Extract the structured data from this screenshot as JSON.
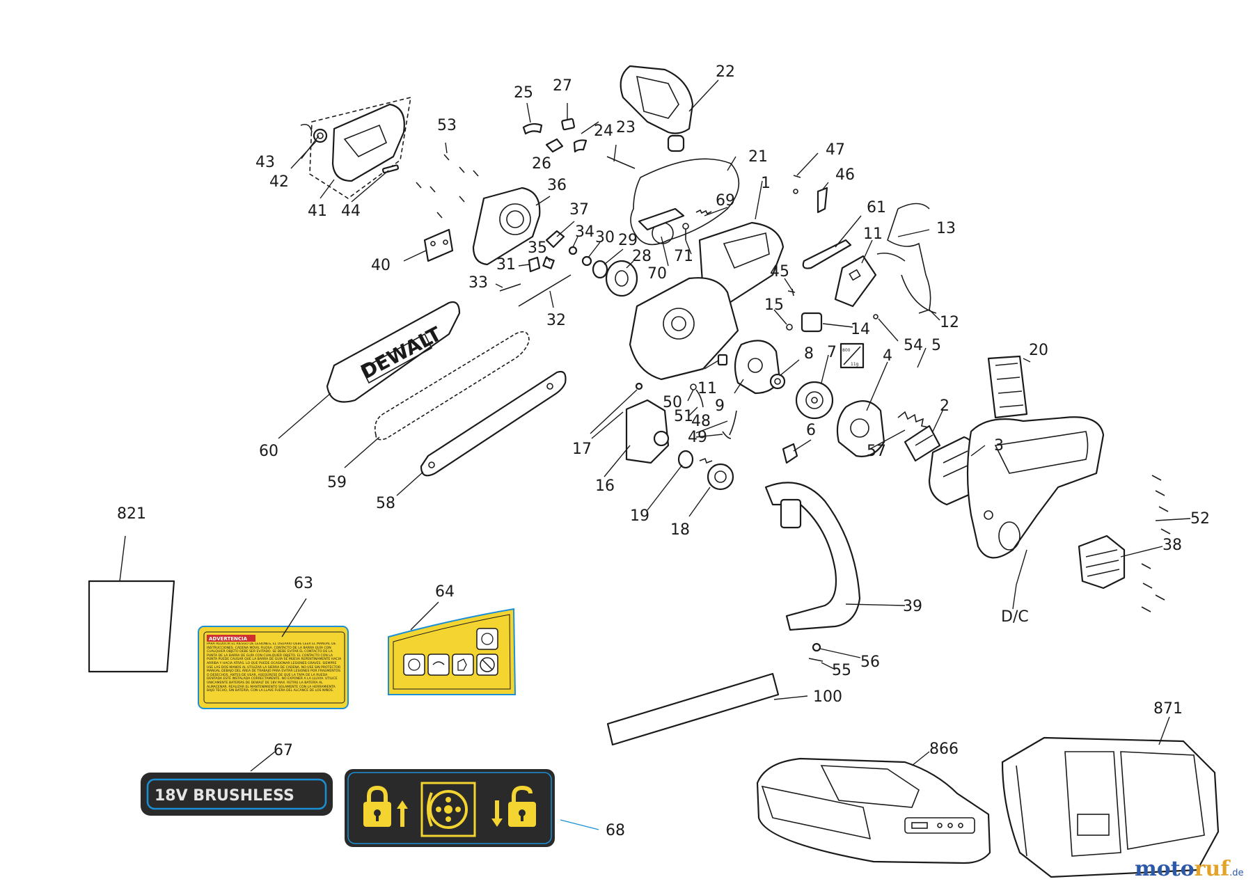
{
  "diagram": {
    "callouts": [
      {
        "id": "c1",
        "label": "1"
      },
      {
        "id": "c2",
        "label": "2"
      },
      {
        "id": "c3",
        "label": "3"
      },
      {
        "id": "c4",
        "label": "4"
      },
      {
        "id": "c5",
        "label": "5"
      },
      {
        "id": "c6",
        "label": "6"
      },
      {
        "id": "c7",
        "label": "7"
      },
      {
        "id": "c8",
        "label": "8"
      },
      {
        "id": "c9",
        "label": "9"
      },
      {
        "id": "c11",
        "label": "11"
      },
      {
        "id": "c12",
        "label": "12"
      },
      {
        "id": "c13",
        "label": "13"
      },
      {
        "id": "c14",
        "label": "14"
      },
      {
        "id": "c15",
        "label": "15"
      },
      {
        "id": "c16",
        "label": "16"
      },
      {
        "id": "c17",
        "label": "17"
      },
      {
        "id": "c18",
        "label": "18"
      },
      {
        "id": "c19",
        "label": "19"
      },
      {
        "id": "c20",
        "label": "20"
      },
      {
        "id": "c21",
        "label": "21"
      },
      {
        "id": "c22",
        "label": "22"
      },
      {
        "id": "c23",
        "label": "23"
      },
      {
        "id": "c24",
        "label": "24"
      },
      {
        "id": "c25",
        "label": "25"
      },
      {
        "id": "c26",
        "label": "26"
      },
      {
        "id": "c27",
        "label": "27"
      },
      {
        "id": "c28",
        "label": "28"
      },
      {
        "id": "c29",
        "label": "29"
      },
      {
        "id": "c30",
        "label": "30"
      },
      {
        "id": "c31",
        "label": "31"
      },
      {
        "id": "c32",
        "label": "32"
      },
      {
        "id": "c33",
        "label": "33"
      },
      {
        "id": "c34",
        "label": "34"
      },
      {
        "id": "c35",
        "label": "35"
      },
      {
        "id": "c36",
        "label": "36"
      },
      {
        "id": "c37",
        "label": "37"
      },
      {
        "id": "c38",
        "label": "38"
      },
      {
        "id": "c39",
        "label": "39"
      },
      {
        "id": "c40",
        "label": "40"
      },
      {
        "id": "c41",
        "label": "41"
      },
      {
        "id": "c42",
        "label": "42"
      },
      {
        "id": "c43",
        "label": "43"
      },
      {
        "id": "c44",
        "label": "44"
      },
      {
        "id": "c45",
        "label": "45"
      },
      {
        "id": "c46",
        "label": "46"
      },
      {
        "id": "c47",
        "label": "47"
      },
      {
        "id": "c48",
        "label": "48"
      },
      {
        "id": "c49",
        "label": "49"
      },
      {
        "id": "c50",
        "label": "50"
      },
      {
        "id": "c51",
        "label": "51"
      },
      {
        "id": "c52",
        "label": "52"
      },
      {
        "id": "c53",
        "label": "53"
      },
      {
        "id": "c54",
        "label": "54"
      },
      {
        "id": "c55",
        "label": "55"
      },
      {
        "id": "c56",
        "label": "56"
      },
      {
        "id": "c57",
        "label": "57"
      },
      {
        "id": "c58",
        "label": "58"
      },
      {
        "id": "c59",
        "label": "59"
      },
      {
        "id": "c60",
        "label": "60"
      },
      {
        "id": "c61",
        "label": "61"
      },
      {
        "id": "c63",
        "label": "63"
      },
      {
        "id": "c64",
        "label": "64"
      },
      {
        "id": "c67",
        "label": "67"
      },
      {
        "id": "c68",
        "label": "68"
      },
      {
        "id": "c69",
        "label": "69"
      },
      {
        "id": "c70",
        "label": "70"
      },
      {
        "id": "c71",
        "label": "71"
      },
      {
        "id": "c100",
        "label": "100"
      },
      {
        "id": "c821",
        "label": "821"
      },
      {
        "id": "c866",
        "label": "866"
      },
      {
        "id": "c871",
        "label": "871"
      },
      {
        "id": "cdc",
        "label": "D/C"
      }
    ],
    "bar_brand": "DEWALT",
    "gear_label_top": "800",
    "gear_label_bottom": "11g",
    "warning_label_title": "ADVERTENCIA",
    "warning_label_text": "PARA REDUCIR EL RIESGO DE LESIONES, EL USUARIO DEBE LEER EL MANUAL DE INSTRUCCIONES. CADENA MÓVIL FILOSA. CONTACTO DE LA BARRA GUÍA CON CUALQUIER OBJETO DEBE SER EVITADO. SE DEBE EVITAR EL CONTACTO DE LA PUNTA DE LA BARRA DE GUÍA CON CUALQUIER OBJETO. EL CONTACTO CON LA PUNTA PUEDE CAUSAR QUE LA BARRA DE GUÍA SE MUEVA REPENTINAMENTE HACIA ARRIBA Y HACIA ATRÁS. LO QUE PUEDE OCASIONAR LESIONES GRAVES. SIEMPRE USE LAS DOS MANOS AL UTILIZAR LA SIERRA DE CADENA. NO USE SIN PROTECTOR MANUAL DEBAJO DEL ÁREA DE TRABAJO PARA EVITAR LESIONES POR FRAGMENTOS O DESECHOS. ANTES DE USAR, ASEGÚRESE DE QUE LA TAPA DE LA RUEDA DENTADA ESTÉ INSTALADA CORRECTAMENTE. NO EXPONER A LA LLUVIA. UTILICE ÚNICAMENTE BATERÍAS DE DEWALT DE 18V MAX. RETIRE LA BATERÍA AL ALMACENAR. REALIZAR EL MANTENIMIENTO SOLAMENTE CON LA HERRAMIENTA BAJO TECHO, SIN BATERÍA, CON LA LLAVE FUERA DEL ALCANCE DE LOS NIÑOS.",
    "badge_text": "18V BRUSHLESS",
    "watermark_part1": "moto",
    "watermark_part2": "ruf",
    "watermark_suffix": ".de",
    "colors": {
      "line": "#1a1a1a",
      "label_yellow": "#f3d431",
      "label_outline": "#1b8fd6",
      "badge_dark": "#2a2a2a",
      "watermark_blue": "#2c58a8",
      "watermark_orange": "#e3a22a"
    }
  }
}
